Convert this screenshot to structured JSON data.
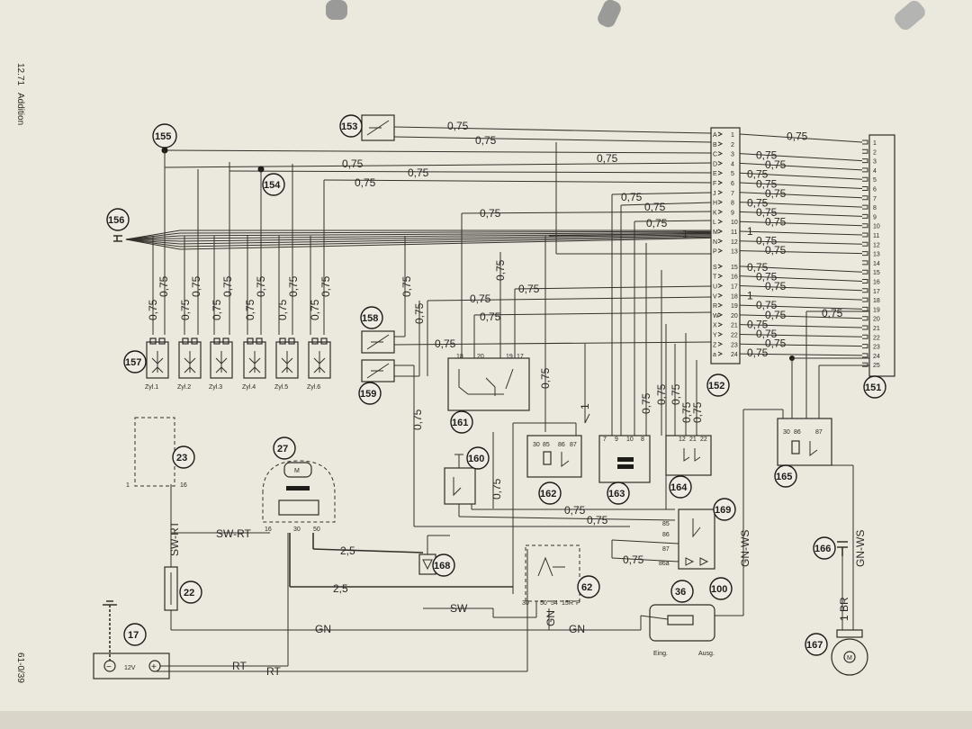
{
  "header": {
    "date": "12.71",
    "section": "Addition",
    "page_code": "61-0/39"
  },
  "components": {
    "c17": "17",
    "c22": "22",
    "c23": "23",
    "c27": "27",
    "c36": "36",
    "c62": "62",
    "c100": "100",
    "c151": "151",
    "c152": "152",
    "c153": "153",
    "c154": "154",
    "c155": "155",
    "c156": "156",
    "c157": "157",
    "c158": "158",
    "c159": "159",
    "c160": "160",
    "c161": "161",
    "c162": "162",
    "c163": "163",
    "c164": "164",
    "c165": "165",
    "c166": "166",
    "c167": "167",
    "c168": "168",
    "c169": "169"
  },
  "injectors": [
    "Zyl.1",
    "Zyl.2",
    "Zyl.3",
    "Zyl.4",
    "Zyl.5",
    "Zyl.6"
  ],
  "connector152_left": [
    "A",
    "B",
    "C",
    "D",
    "E",
    "F",
    "J",
    "H",
    "K",
    "L",
    "M",
    "N",
    "P",
    "S",
    "T",
    "U",
    "V",
    "R",
    "W",
    "X",
    "Y",
    "Z",
    "a"
  ],
  "connector152_right": [
    "1",
    "2",
    "3",
    "4",
    "5",
    "6",
    "7",
    "8",
    "9",
    "10",
    "11",
    "12",
    "13",
    "15",
    "16",
    "17",
    "18",
    "19",
    "20",
    "21",
    "22",
    "23",
    "24"
  ],
  "connector151_pins": [
    "1",
    "2",
    "3",
    "4",
    "5",
    "6",
    "7",
    "8",
    "9",
    "10",
    "11",
    "12",
    "13",
    "14",
    "15",
    "16",
    "17",
    "18",
    "19",
    "20",
    "21",
    "22",
    "23",
    "24",
    "25"
  ],
  "wire_labels": {
    "w075": "0,75",
    "w1": "1",
    "w25": "2,5",
    "sw_rt": "SW-RT",
    "sw": "SW",
    "gn": "GN",
    "rt": "RT",
    "gn_ws": "GN-WS",
    "br": "BR",
    "b1": "1"
  },
  "terminals": {
    "t16": "16",
    "t30": "30",
    "t50": "50",
    "t85": "85",
    "t86": "86",
    "t87": "87",
    "t86a": "86a",
    "t18": "18",
    "t20": "20",
    "t19": "19",
    "t17": "17",
    "t3085": "30",
    "t85b": "85",
    "t86c": "86",
    "t87b": "87",
    "t7": "7",
    "t9": "9",
    "t10": "10",
    "t8": "8",
    "t12": "12",
    "t21": "21",
    "t22": "22",
    "t3086": "30",
    "t86d": "86",
    "t87c": "87",
    "t30b": "30",
    "t50b": "50",
    "t54": "54",
    "t15": "15",
    "tR": "R",
    "tP": "P",
    "battery_voltage": "12V",
    "minus": "−",
    "plus": "+",
    "eing": "Eing.",
    "ausg": "Ausg.",
    "m": "M"
  },
  "colors": {
    "paper": "#ebe8de",
    "ink": "#2a2824",
    "background": "#4b4a46"
  }
}
